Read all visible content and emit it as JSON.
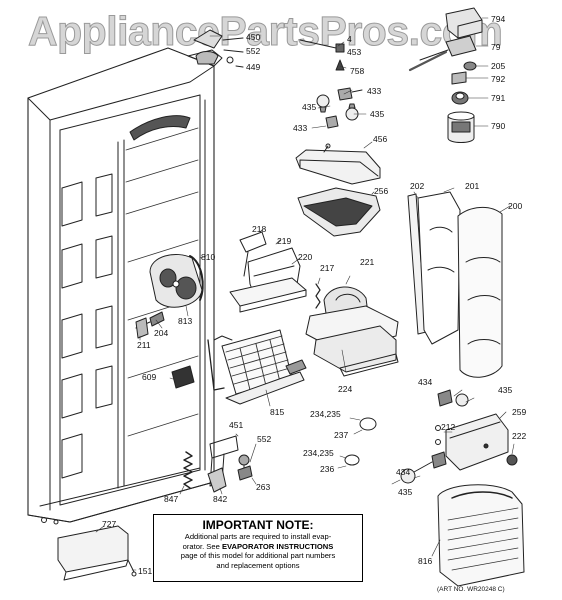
{
  "watermark": {
    "text": "AppliancePartsPros.com"
  },
  "note": {
    "title": "IMPORTANT NOTE:",
    "line1": "Additional parts are required to install evap-",
    "line2_pre": "orator.  See ",
    "line2_bold": "EVAPORATOR INSTRUCTIONS",
    "line3": "page of this model for additional part numbers",
    "line4": "and replacement options"
  },
  "art_number": "(ART NO. WR20248 C)",
  "part_labels": {
    "p450": "450",
    "p552a": "552",
    "p449": "449",
    "p4xx": "4",
    "p453": "453",
    "p758": "758",
    "p433a": "433",
    "p435a": "435",
    "p435b": "435",
    "p433b": "433",
    "p794": "794",
    "p79x": "79",
    "p205": "205",
    "p792": "792",
    "p791": "791",
    "p790": "790",
    "p456": "456",
    "p256": "256",
    "p202": "202",
    "p201": "201",
    "p200": "200",
    "p218": "218",
    "p219": "219",
    "p220": "220",
    "p217": "217",
    "p221": "221",
    "p810": "810",
    "p813": "813",
    "p204": "204",
    "p211": "211",
    "p609": "609",
    "p224": "224",
    "p815": "815",
    "p434a": "434",
    "p435c": "435",
    "p259": "259",
    "p212": "212",
    "p222": "222",
    "p234a": "234,235",
    "p237": "237",
    "p234b": "234,235",
    "p236": "236",
    "p434b": "434",
    "p435d": "435",
    "p451": "451",
    "p552b": "552",
    "p263": "263",
    "p847": "847",
    "p842": "842",
    "p727": "727",
    "p151": "151",
    "p816": "816"
  }
}
